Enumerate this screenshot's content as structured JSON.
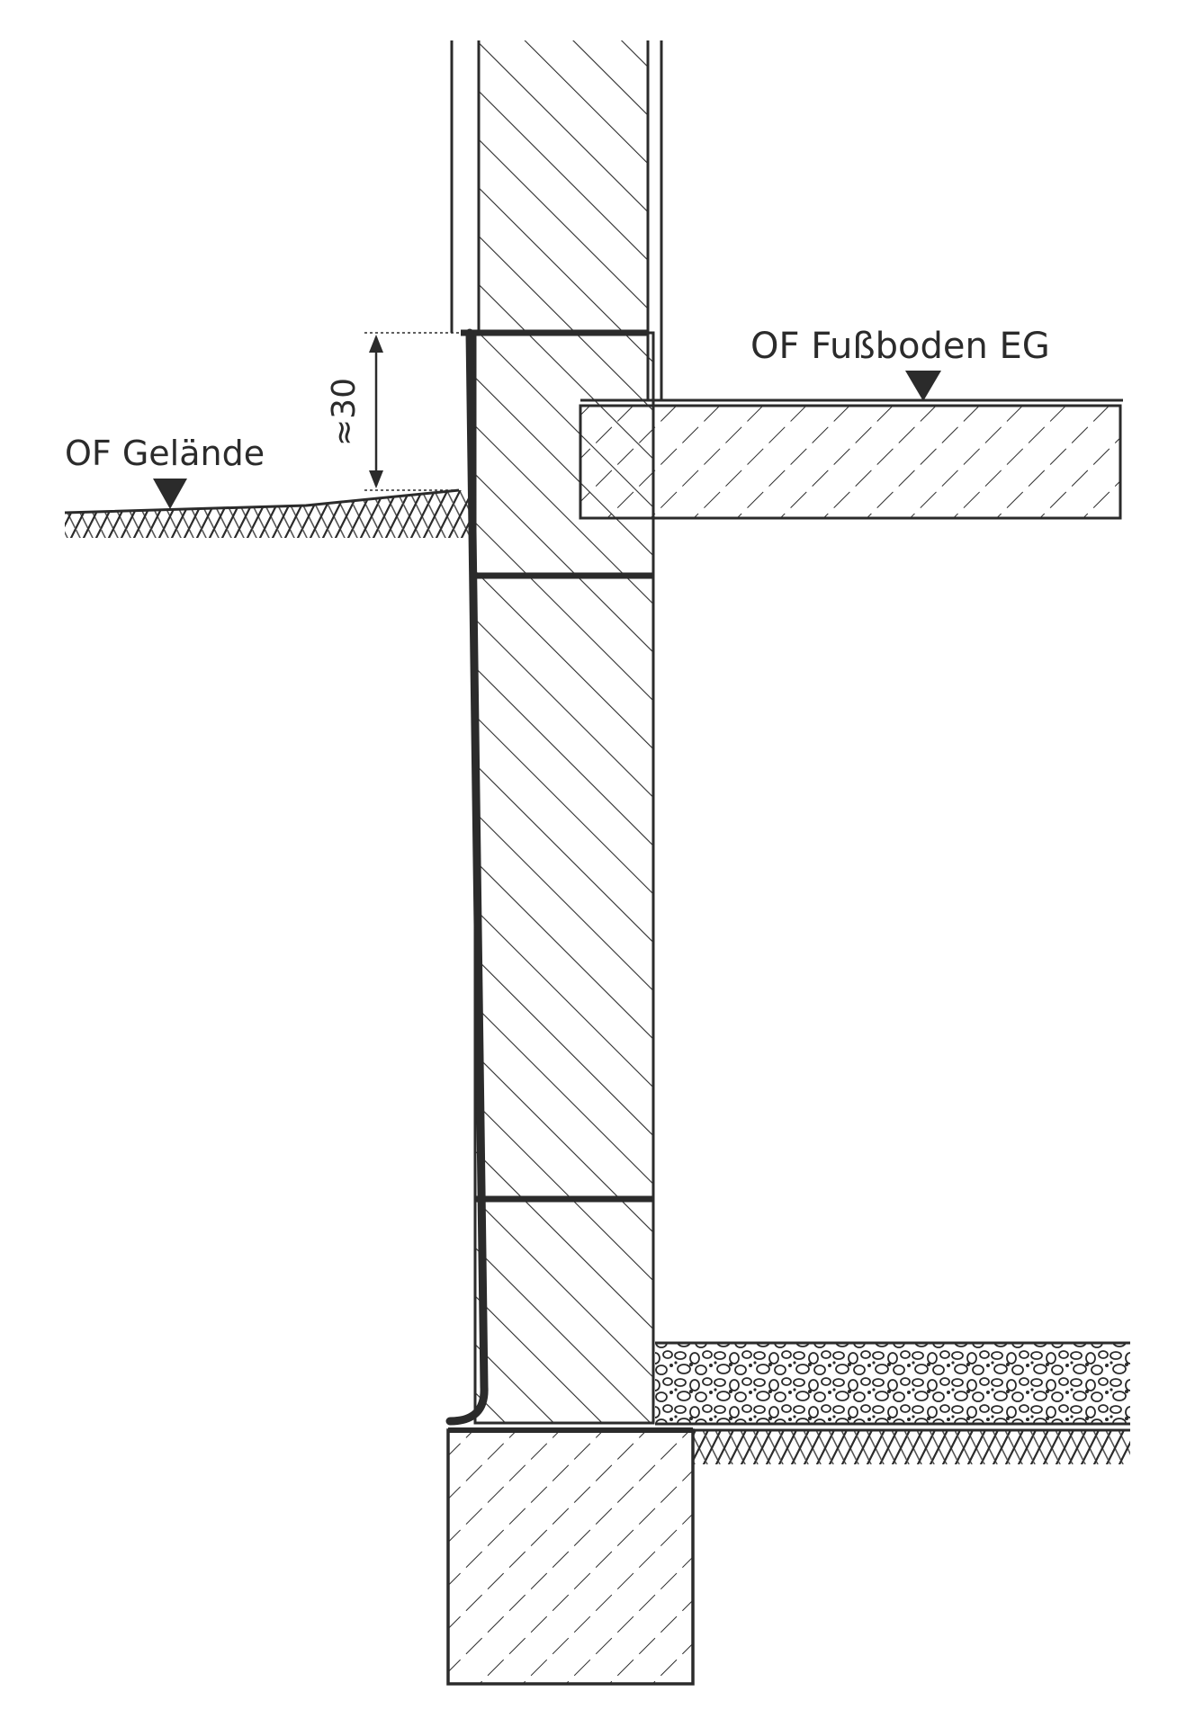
{
  "labels": {
    "ground_level": "OF Gelände",
    "floor_level": "OF Fußboden EG",
    "height_dimension": "≈30"
  },
  "colors": {
    "ink": "#2b2b2b",
    "paper": "#ffffff"
  }
}
